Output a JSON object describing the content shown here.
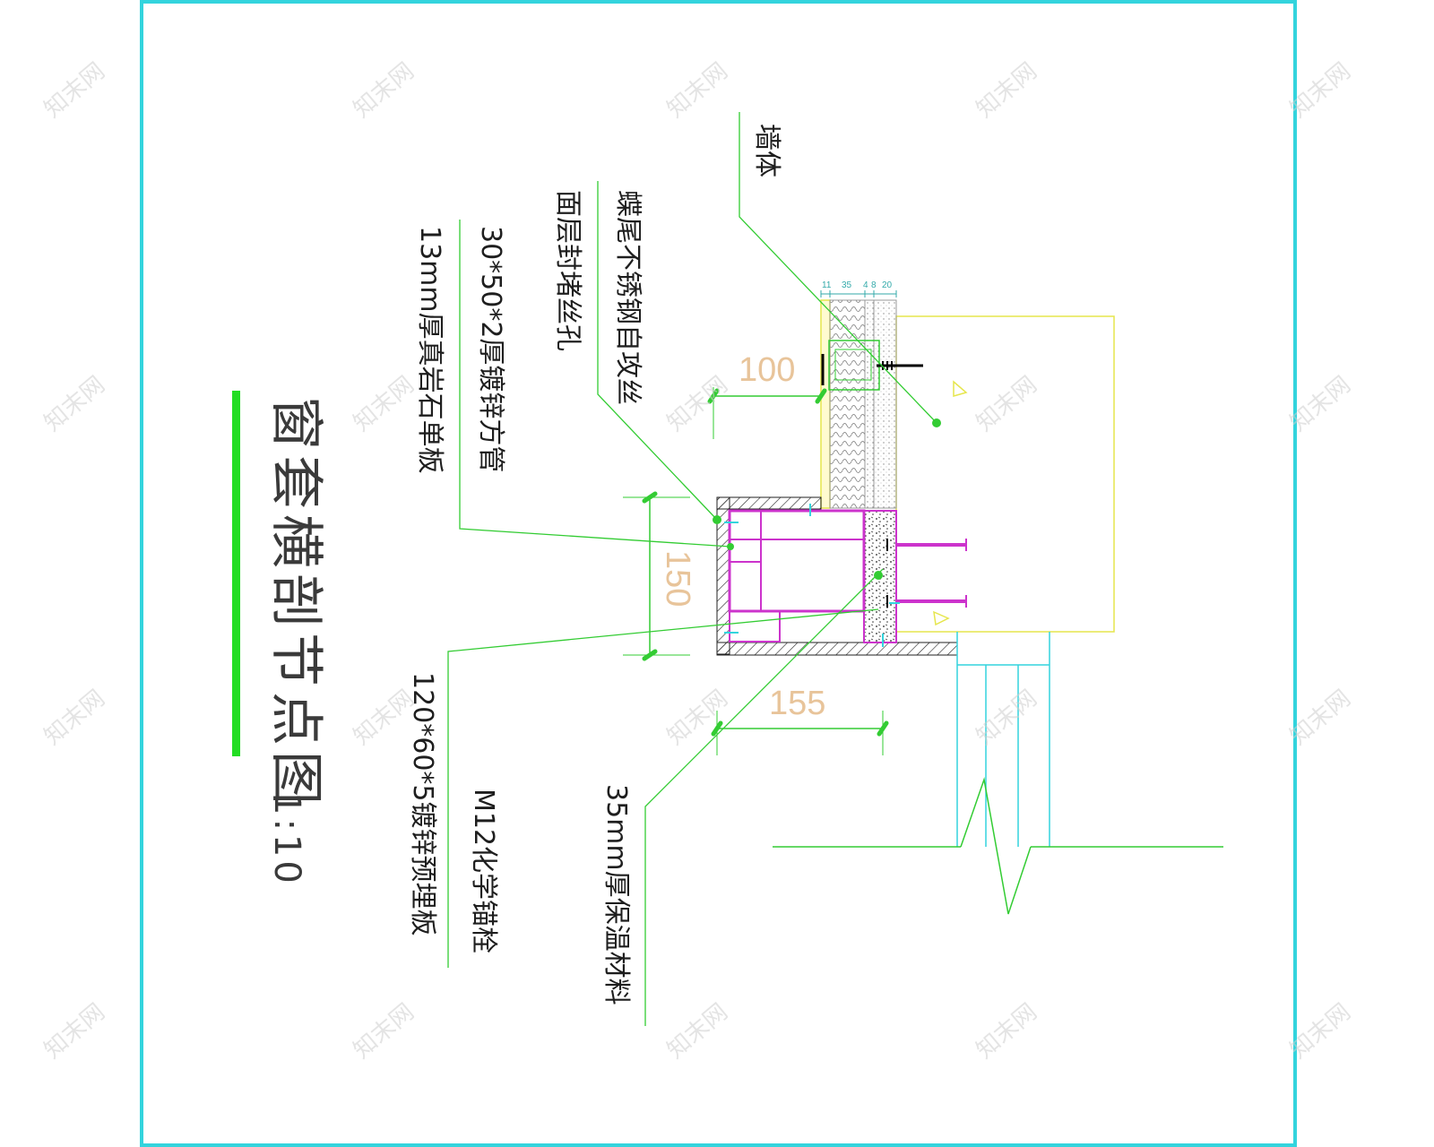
{
  "title": "窗套横剖节点图",
  "scale": "1:10",
  "labels": {
    "wall": "墙体",
    "screw": "蝶尾不锈钢自攻丝",
    "seal": "面层封堵丝孔",
    "tube": "30*50*2厚镀锌方管",
    "stone": "13mm厚真岩石单板",
    "anchor": "M12化学锚栓",
    "plate": "120*60*5镀锌预埋板",
    "insulation": "35mm厚保温材料"
  },
  "dimensions": {
    "d100": "100",
    "d150": "150",
    "d155": "155",
    "layers": [
      "11",
      "35",
      "4",
      "8",
      "20"
    ]
  },
  "watermark": "知末网",
  "colors": {
    "frame": "#33d4dd",
    "leader": "#33cc33",
    "title_bar": "#22dd22",
    "steel": "#cc33cc",
    "outline": "#e6e64d",
    "hatch": "#222222",
    "dim_text": "#e8c49a",
    "cyan": "#33d4dd"
  }
}
